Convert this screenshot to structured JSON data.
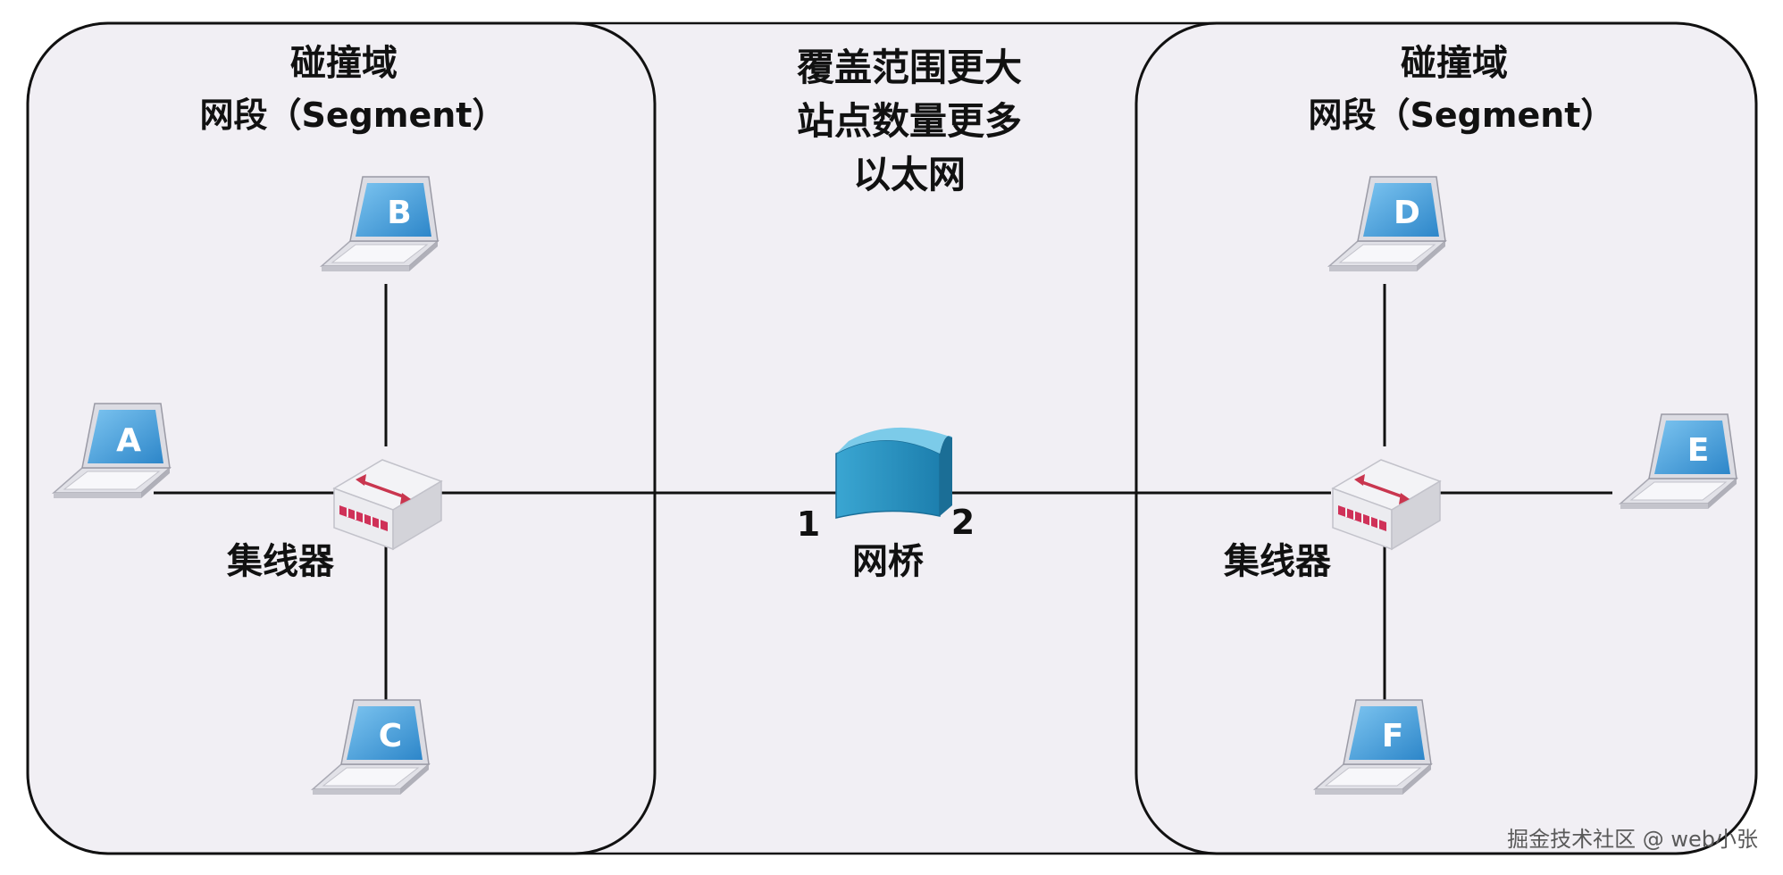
{
  "center_title": {
    "line1": "覆盖范围更大",
    "line2": "站点数量更多",
    "line3": "以太网"
  },
  "left_segment": {
    "title": "碰撞域",
    "subtitle": "网段（Segment）",
    "hub_label": "集线器"
  },
  "right_segment": {
    "title": "碰撞域",
    "subtitle": "网段（Segment）",
    "hub_label": "集线器"
  },
  "bridge": {
    "label": "网桥",
    "port1": "1",
    "port2": "2"
  },
  "hosts": {
    "a": "A",
    "b": "B",
    "c": "C",
    "d": "D",
    "e": "E",
    "f": "F"
  },
  "watermark": "掘金技术社区 @ web小张",
  "colors": {
    "background": "#f1eff4",
    "outline": "#111111",
    "link": "#111111",
    "screen": "#4a9fdc",
    "bridge": "#2f97c4",
    "hub_ports": "#cf3158",
    "hub_arrow": "#c9364f"
  },
  "icons": {
    "host": "laptop-icon",
    "hub": "hub-icon",
    "bridge": "bridge-icon"
  }
}
